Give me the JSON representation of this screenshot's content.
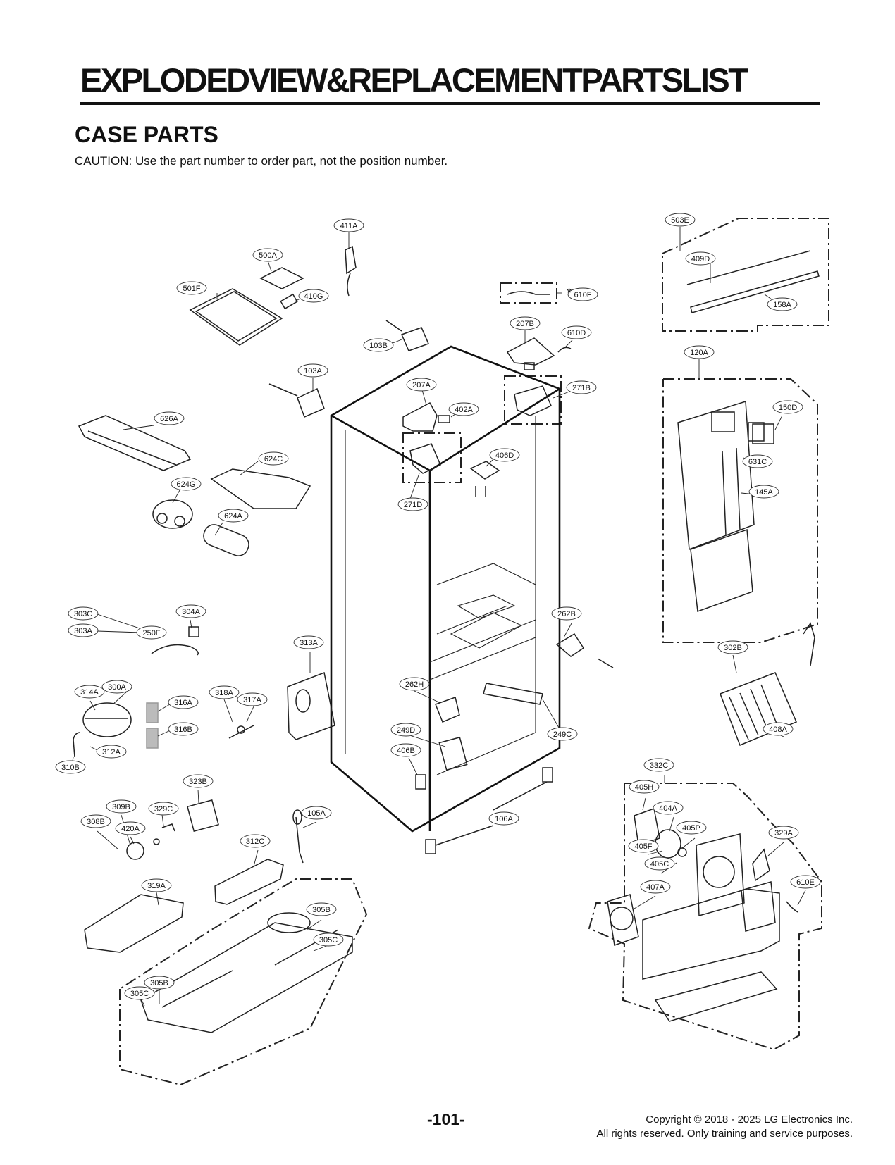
{
  "header": {
    "title": "EXPLODEDVIEW&REPLACEMENTPARTSLIST",
    "section": "CASE PARTS",
    "caution": "CAUTION: Use the part number to order part, not the position number."
  },
  "diagram": {
    "callouts": [
      "411A",
      "500A",
      "501F",
      "410G",
      "610F",
      "207B",
      "610D",
      "103B",
      "503E",
      "409D",
      "158A",
      "120A",
      "150D",
      "631C",
      "145A",
      "103A",
      "207A",
      "402A",
      "271B",
      "626A",
      "624C",
      "624G",
      "624A",
      "406D",
      "271D",
      "303C",
      "303A",
      "304A",
      "250F",
      "262B",
      "313A",
      "302B",
      "314A",
      "300A",
      "316A",
      "316B",
      "318A",
      "317A",
      "262H",
      "249D",
      "249C",
      "312A",
      "310B",
      "406B",
      "408A",
      "332C",
      "405H",
      "404A",
      "405P",
      "329A",
      "405F",
      "405C",
      "610E",
      "407A",
      "323B",
      "309B",
      "329C",
      "308B",
      "420A",
      "105A",
      "106A",
      "312C",
      "319A",
      "305B",
      "305C"
    ],
    "asterisk": "*"
  },
  "footer": {
    "page_number": "-101-",
    "copyright_line1": "Copyright © 2018 - 2025 LG Electronics Inc.",
    "copyright_line2": "All rights reserved. Only training and service purposes."
  }
}
